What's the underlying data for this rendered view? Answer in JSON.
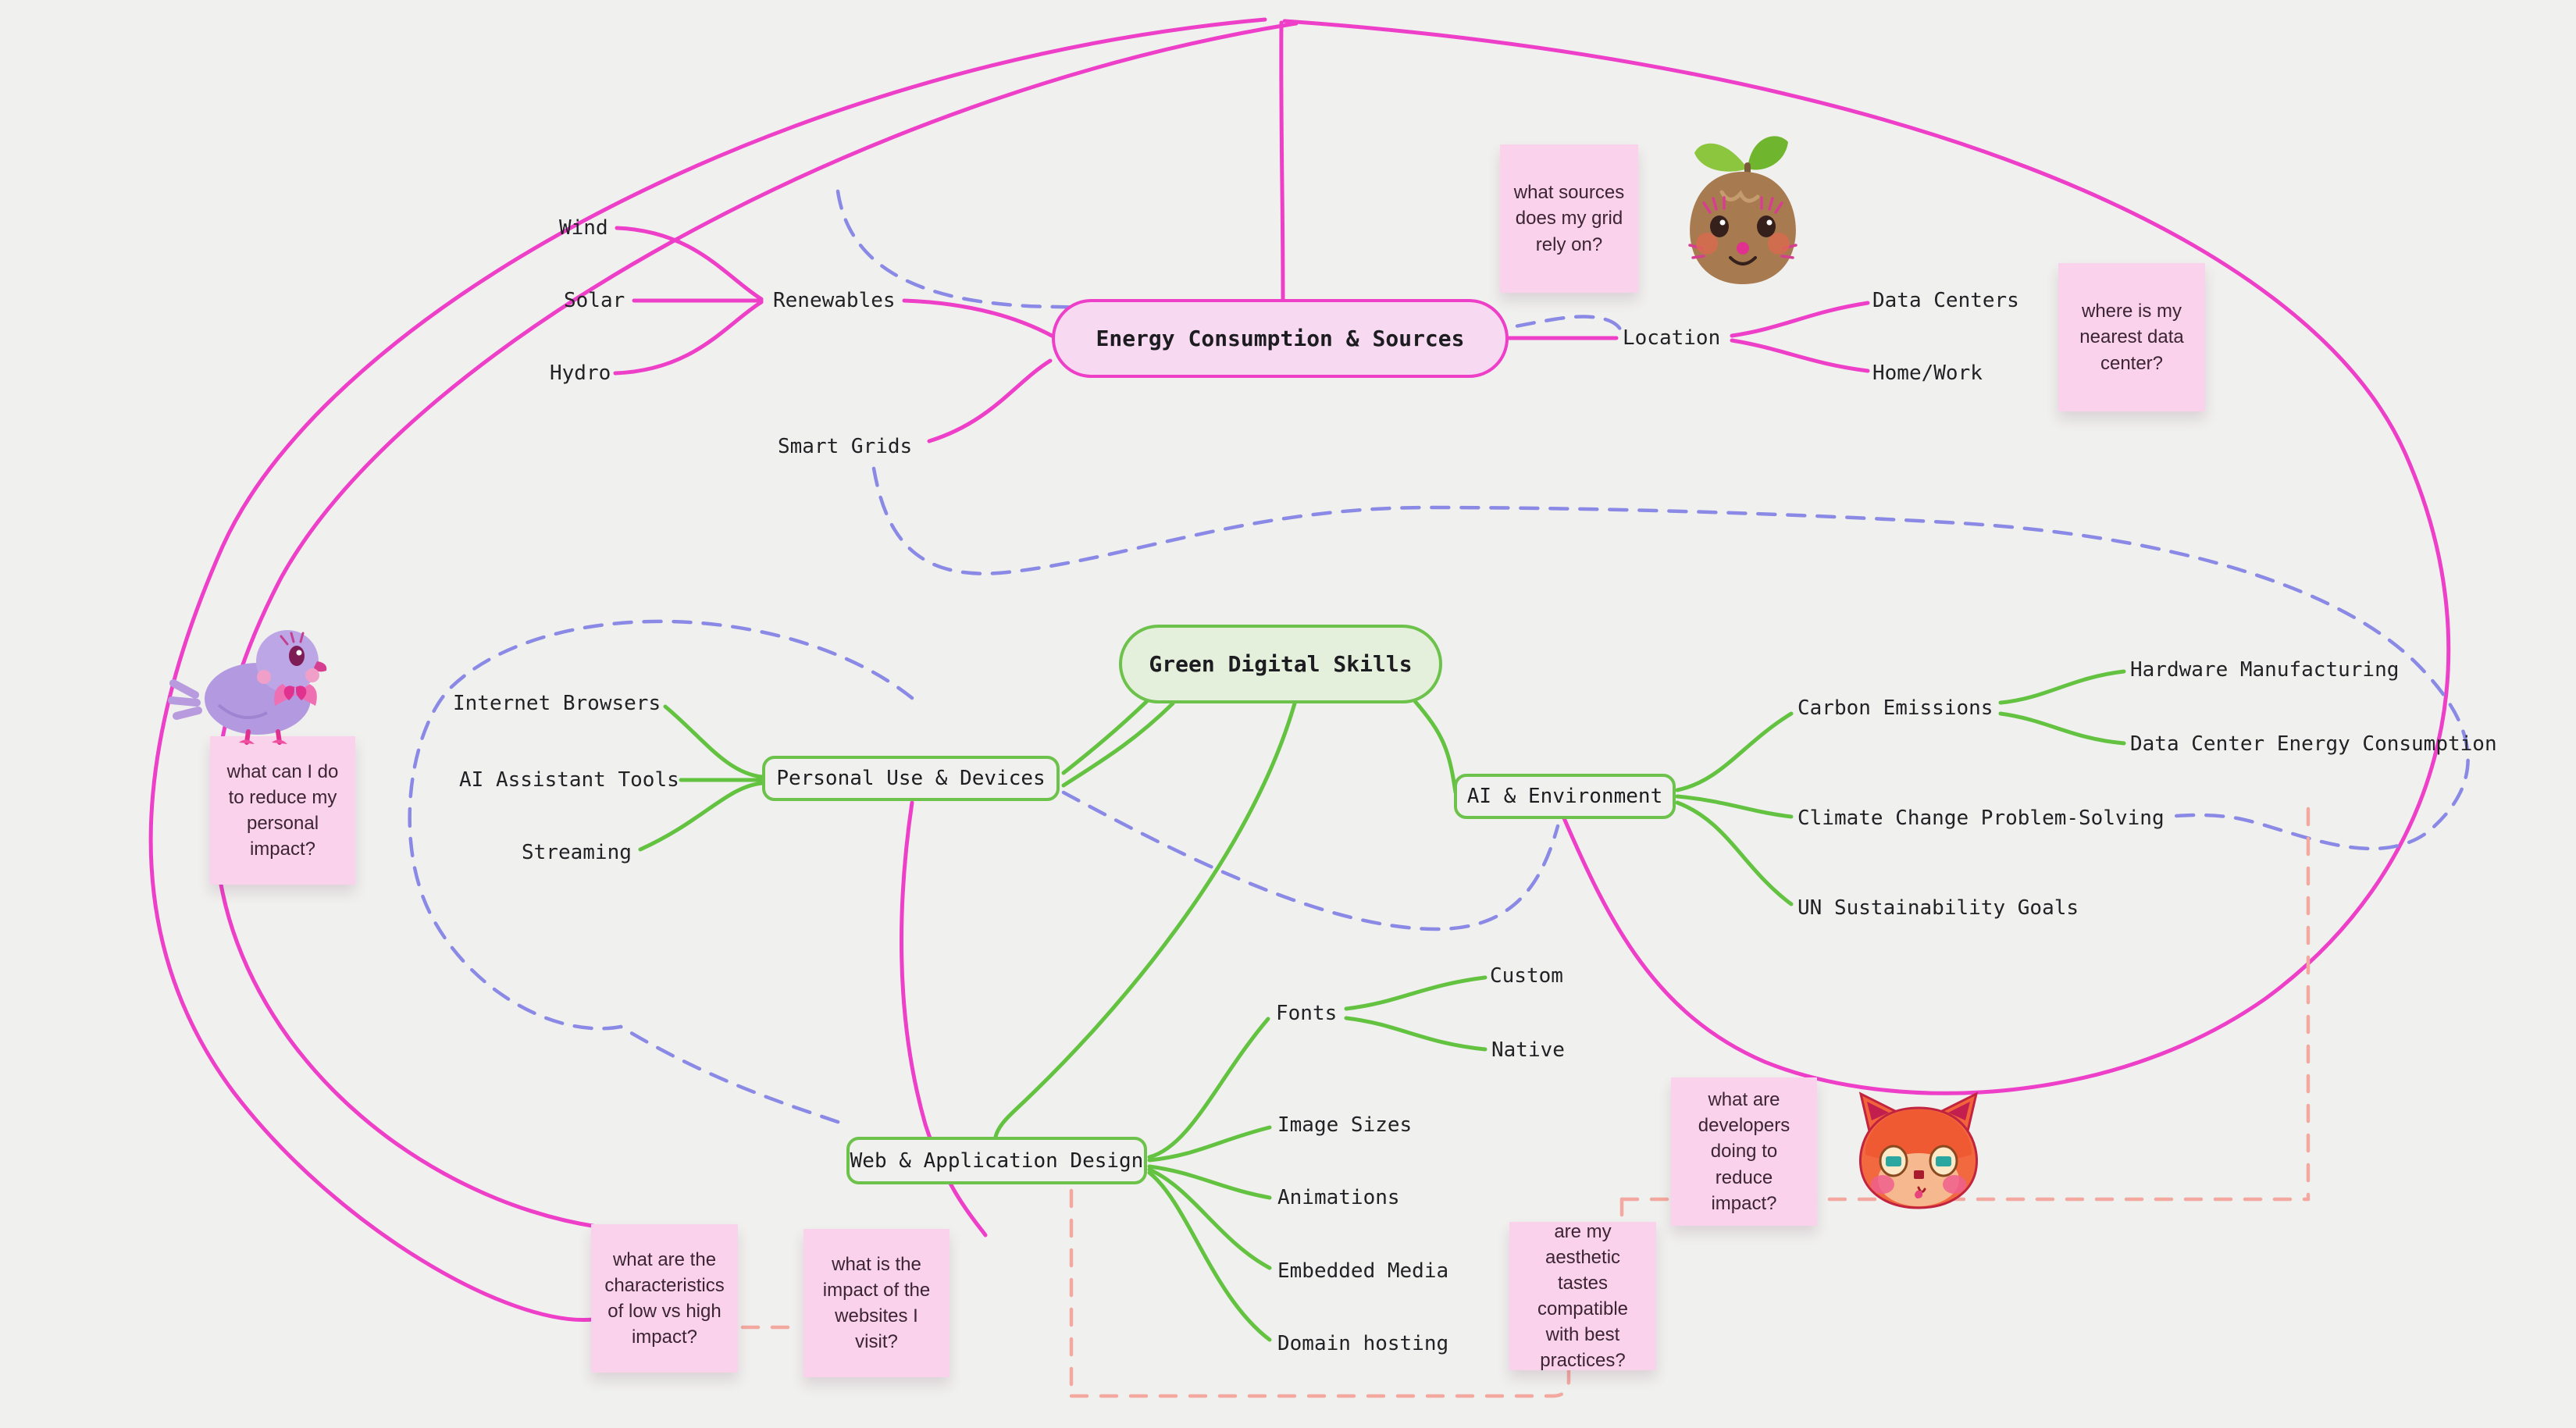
{
  "app": {
    "type": "whiteboard-mindmap",
    "background_color": "#f0f0ee"
  },
  "colors": {
    "magenta_branch": "#ee3fc8",
    "green_branch": "#63c341",
    "pink_node_fill": "#f7daf1",
    "green_node_fill": "#e4efdc",
    "green_node_border": "#6cc24a",
    "purple_dashed": "#8a8ae6",
    "salmon_dashed": "#f4a9a0",
    "sticky_fill": "#fbd2ec",
    "label_text": "#222226"
  },
  "nodes": {
    "root": {
      "label": "Green Digital Skills"
    },
    "energy": {
      "label": "Energy Consumption & Sources"
    },
    "personal": {
      "label": "Personal Use & Devices"
    },
    "ai_env": {
      "label": "AI & Environment"
    },
    "web_design": {
      "label": "Web & Application Design"
    }
  },
  "labels": {
    "wind": "Wind",
    "solar": "Solar",
    "hydro": "Hydro",
    "renewables": "Renewables",
    "smart_grids": "Smart Grids",
    "location": "Location",
    "data_centers": "Data Centers",
    "home_work": "Home/Work",
    "internet_browsers": "Internet Browsers",
    "ai_assistant_tools": "AI Assistant Tools",
    "streaming": "Streaming",
    "carbon_emissions": "Carbon Emissions",
    "hardware_manufacturing": "Hardware Manufacturing",
    "dc_energy_consumption": "Data Center Energy Consumption",
    "climate_change": "Climate Change Problem-Solving",
    "un_goals": "UN Sustainability Goals",
    "fonts": "Fonts",
    "custom": "Custom",
    "native": "Native",
    "image_sizes": "Image Sizes",
    "animations": "Animations",
    "embedded_media": "Embedded Media",
    "domain_hosting": "Domain hosting"
  },
  "stickies": {
    "grid_sources": "what sources does my grid rely on?",
    "nearest_dc": "where is my nearest data center?",
    "personal_impact": "what can I do to reduce my personal impact?",
    "low_vs_high": "what are the characteristics of low vs high impact?",
    "websites_visit": "what is the impact of the websites I visit?",
    "aesthetic_tastes": "are my aesthetic tastes compatible with best practices?",
    "developers_reduce": "what are developers doing to reduce impact?"
  },
  "stickers": {
    "sprout": "sprout-character",
    "bird": "bird-character",
    "fox": "fox-character"
  }
}
